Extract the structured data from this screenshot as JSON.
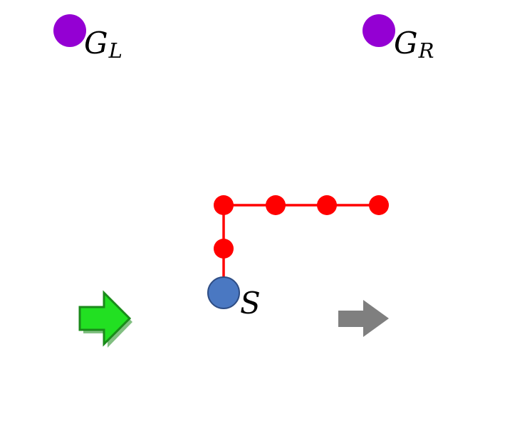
{
  "labels": {
    "goal_left_main": "G",
    "goal_left_sub": "L",
    "goal_right_main": "G",
    "goal_right_sub": "R",
    "start": "S"
  },
  "icons": {
    "goal_left": "purple-dot-icon",
    "goal_right": "purple-dot-icon",
    "start": "blue-dot-icon",
    "path_node": "red-dot-icon",
    "arrow_left": "green-arrow-right-icon",
    "arrow_right": "gray-arrow-right-icon"
  },
  "colors": {
    "goal": "#9400d3",
    "start_fill": "#4a78c2",
    "start_stroke": "#2e4d85",
    "path": "#ff0000",
    "green_arrow_fill": "#22e022",
    "green_arrow_stroke": "#1a8a1a",
    "gray_arrow": "#7f7f7f"
  }
}
